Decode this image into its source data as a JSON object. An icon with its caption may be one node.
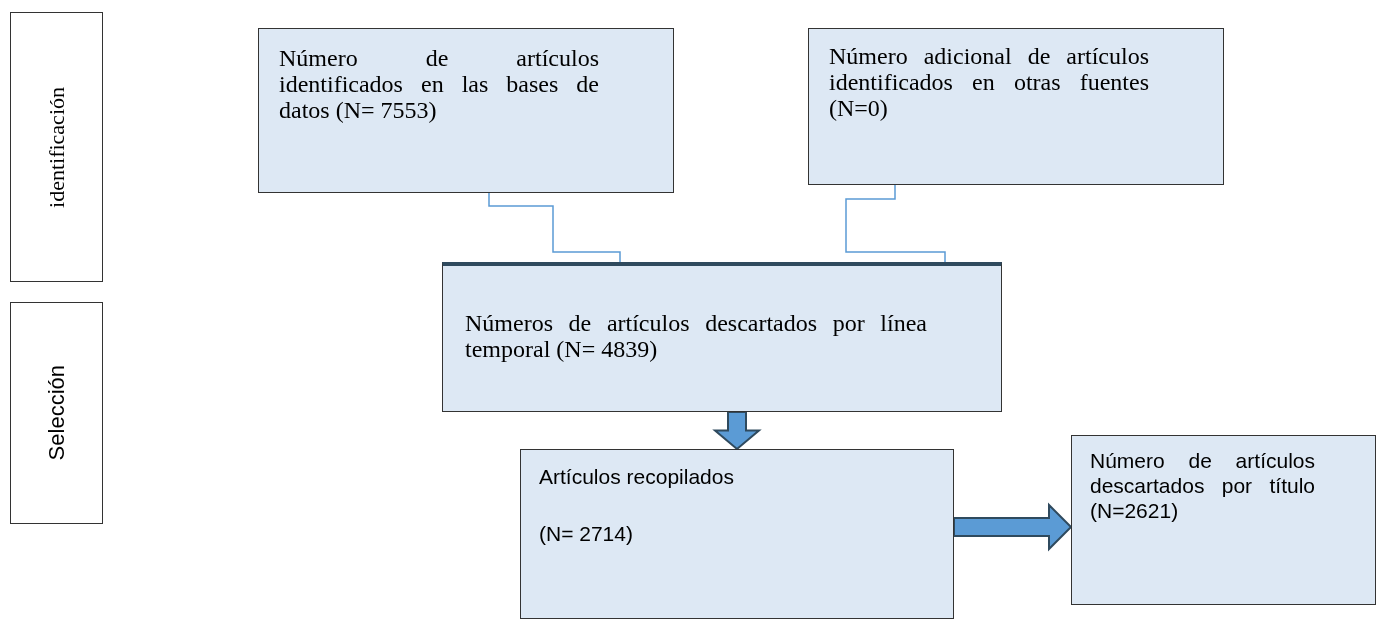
{
  "diagram": {
    "nodes": [
      {
        "text": [
          "identificación"
        ]
      },
      {
        "text": [
          "Selección"
        ]
      },
      {
        "text": [
          "Número de artículos identificados en las bases de datos (N= 7553)"
        ]
      },
      {
        "text": [
          "Número adicional de artículos identificados en otras fuentes (N=0)"
        ]
      },
      {
        "text": [
          "Números de artículos descartados por línea temporal (N= 4839)"
        ]
      },
      {
        "text": [
          "Artículos recopilados",
          "(N= 2714)"
        ]
      },
      {
        "text": [
          "Número de artículos descartados por título (N=2621)"
        ]
      }
    ],
    "edges": [
      {
        "from": 2,
        "to": 4,
        "arrow": "none"
      },
      {
        "from": 3,
        "to": 4,
        "arrow": "none"
      },
      {
        "from": 4,
        "to": 5,
        "arrow": "to",
        "style": "thick"
      },
      {
        "from": 5,
        "to": 6,
        "arrow": "to",
        "style": "thick"
      }
    ]
  }
}
